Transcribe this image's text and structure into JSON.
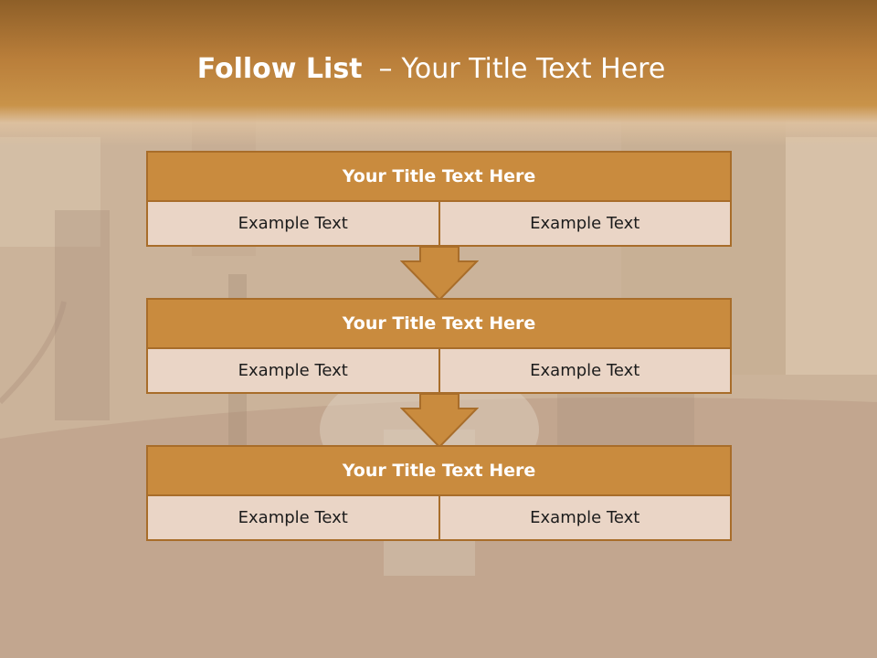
{
  "slide": {
    "title_bold": "Follow List",
    "title_separator": "–",
    "title_rest": "Your Title Text Here"
  },
  "blocks": [
    {
      "title": "Your Title Text Here",
      "left_text": "Example Text",
      "right_text": "Example Text"
    },
    {
      "title": "Your Title Text Here",
      "left_text": "Example Text",
      "right_text": "Example Text"
    },
    {
      "title": "Your Title Text Here",
      "left_text": "Example Text",
      "right_text": "Example Text"
    }
  ],
  "colors": {
    "header_band": "#b97e3a",
    "block_header": "#c98b3e",
    "block_border": "#a86d2a",
    "block_cell": "#ead5c6",
    "arrow_fill": "#c98b3e"
  },
  "icons": [
    "down-arrow-icon"
  ]
}
